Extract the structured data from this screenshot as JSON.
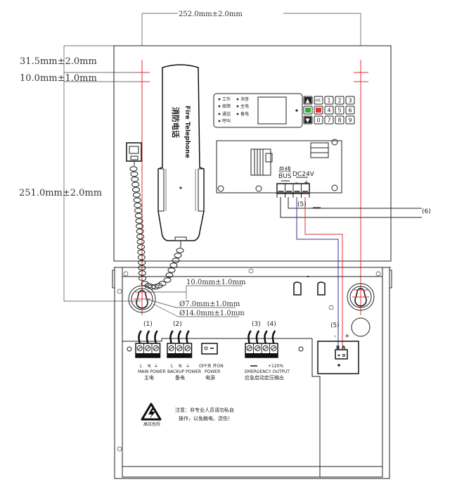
{
  "dimensions": {
    "width": "252.0mm±2.0mm",
    "top_offset": "31.5mm±2.0mm",
    "hole_offset_top": "10.0mm±1.0mm",
    "height": "251.0mm±2.0mm",
    "keyhole_offset": "10.0mm±1.0mm",
    "keyhole_small_dia": "Ø7.0mm±1.0mm",
    "keyhole_large_dia": "Ø14.0mm±1.0mm"
  },
  "handset": {
    "label_cn": "消防电话",
    "label_en": "Fire Telephone"
  },
  "panel": {
    "leds": [
      "工作",
      "故障",
      "通话",
      "呼叫",
      "消音",
      "主电",
      "备电"
    ],
    "keys_row1": [
      "▲",
      "消音",
      "1",
      "2",
      "3"
    ],
    "keys_row2": [
      "",
      "",
      "4",
      "5",
      "6"
    ],
    "keys_row3": [
      "▼",
      "0",
      "7",
      "8",
      "9"
    ]
  },
  "terminal_board": {
    "bus_cn": "总线",
    "bus_en": "BUS",
    "dc_label": "DC24V",
    "minus": "-",
    "plus": "+",
    "callout_5": "(5)",
    "callout_6": "(6)"
  },
  "lower_panel": {
    "callouts": [
      "(1)",
      "(2)",
      "(3)",
      "(4)",
      "(5)"
    ],
    "main_power": {
      "pins": [
        "L",
        "N",
        "⏚"
      ],
      "en": "MAIN POWER",
      "cn": "主电"
    },
    "backup_power": {
      "pins": [
        "L",
        "N",
        "⏚"
      ],
      "en": "BACKUP POWER",
      "cn": "备电"
    },
    "power_switch": {
      "states": "OFF关 开ON",
      "en": "POWER",
      "cn": "电源"
    },
    "emergency": {
      "marks": [
        "▬",
        "+120%"
      ],
      "en": "EMERGENCY OUTPUT",
      "cn": "应急启动定压输出"
    },
    "bus_terminal": {
      "b": "B",
      "a": "A",
      "minus": "-",
      "plus": "+"
    },
    "warning_icon_label": "高压危险",
    "warning_line1": "注意：非专业人员请勿私自",
    "warning_line2": "操作，以免触电、烫伤！"
  }
}
